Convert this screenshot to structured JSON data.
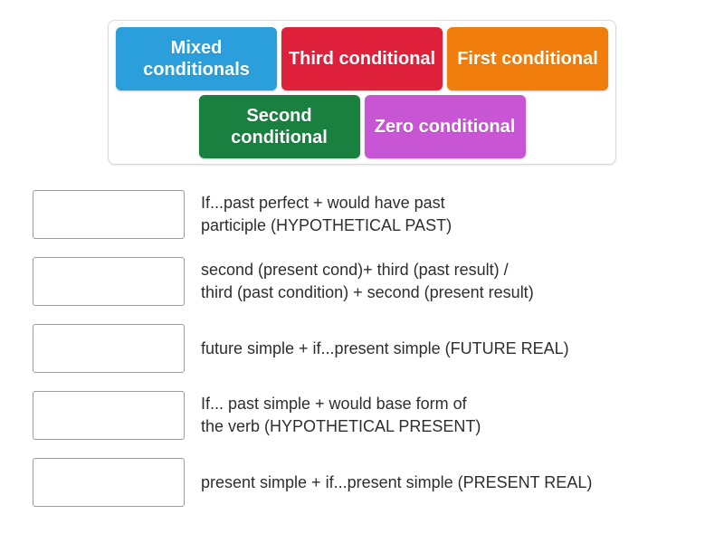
{
  "activity": {
    "type": "match-up",
    "background_color": "#ffffff",
    "text_color": "#2e2e2e"
  },
  "tile_bank": {
    "border_color": "#dadada",
    "rows": [
      [
        {
          "label": "Mixed\nconditionals",
          "color": "#2a9fdb",
          "name": "mixed-conditionals"
        },
        {
          "label": "Third\nconditional",
          "color": "#e0213c",
          "name": "third-conditional"
        },
        {
          "label": "First\nconditional",
          "color": "#f07d0c",
          "name": "first-conditional"
        }
      ],
      [
        {
          "label": "Second\nconditional",
          "color": "#1a8040",
          "name": "second-conditional"
        },
        {
          "label": "Zero\nconditional",
          "color": "#c855d4",
          "name": "zero-conditional"
        }
      ]
    ]
  },
  "answer_rows": [
    {
      "drop_value": "",
      "text": "If...past perfect + would have past\nparticiple (HYPOTHETICAL PAST)"
    },
    {
      "drop_value": "",
      "text": "second (present cond)+ third (past result) /\nthird (past condition) + second (present result)"
    },
    {
      "drop_value": "",
      "text": "future simple + if...present simple (FUTURE REAL)"
    },
    {
      "drop_value": "",
      "text": "If... past simple + would base form of\nthe verb (HYPOTHETICAL PRESENT)"
    },
    {
      "drop_value": "",
      "text": "present simple + if...present simple (PRESENT REAL)"
    }
  ]
}
